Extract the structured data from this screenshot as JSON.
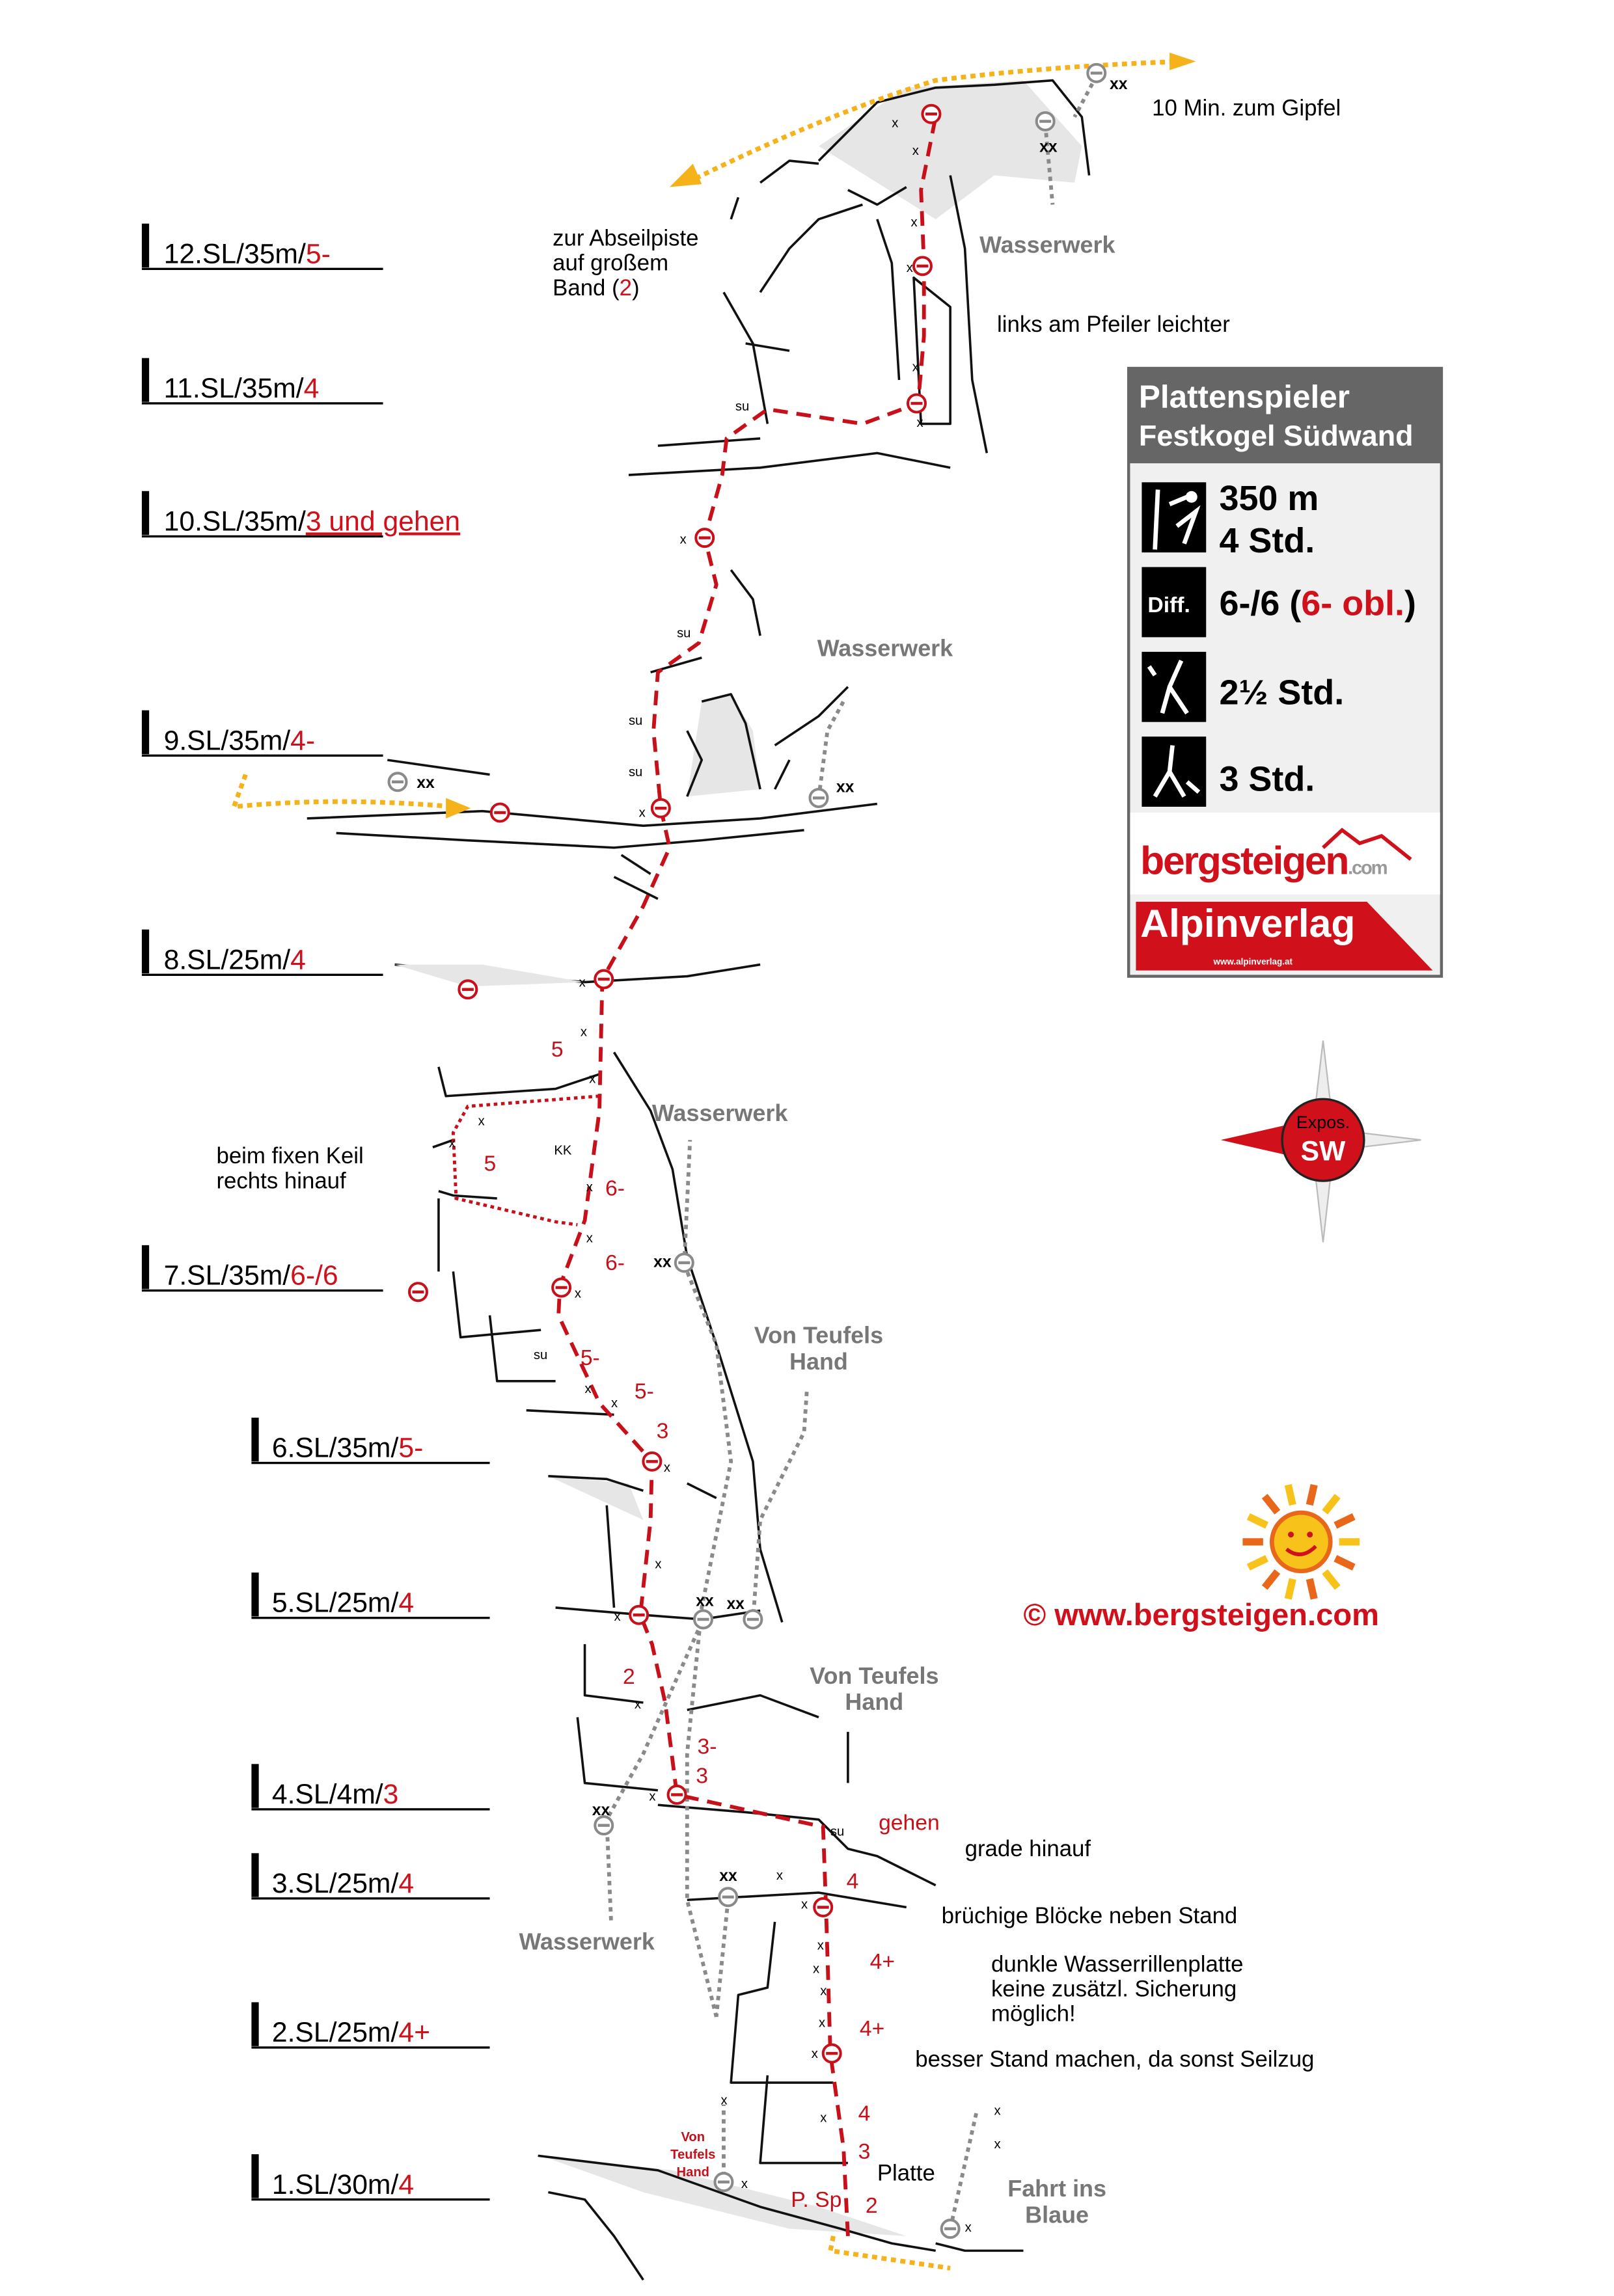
{
  "pitches": [
    {
      "label": "12.SL/35m/",
      "grade": "5-"
    },
    {
      "label": "11.SL/35m/",
      "grade": "4"
    },
    {
      "label": "10.SL/35m/",
      "grade": "3 und gehen"
    },
    {
      "label": "9.SL/35m/",
      "grade": "4-"
    },
    {
      "label": "8.SL/25m/",
      "grade": "4"
    },
    {
      "label": "7.SL/35m/",
      "grade": "6-/6"
    },
    {
      "label": "6.SL/35m/",
      "grade": "5-"
    },
    {
      "label": "5.SL/25m/",
      "grade": "4"
    },
    {
      "label": "4.SL/4m/",
      "grade": "3"
    },
    {
      "label": "3.SL/25m/",
      "grade": "4"
    },
    {
      "label": "2.SL/25m/",
      "grade": "4+"
    },
    {
      "label": "1.SL/30m/",
      "grade": "4"
    }
  ],
  "notes": {
    "summit": "10 Min. zum Gipfel",
    "abseil": [
      "zur Abseilpiste",
      "auf großem",
      "Band ("
    ],
    "abseil_num": "2",
    "abseil_close": ")",
    "pillar": "links am Pfeiler leichter",
    "keil": [
      "beim fixen Keil",
      "rechts hinauf"
    ],
    "grade": "grade hinauf",
    "blocks": "brüchige Blöcke neben Stand",
    "rillen": [
      "dunkle Wasserrillenplatte",
      "keine zusätzl. Sicherung",
      "möglich!"
    ],
    "stand": "besser Stand machen, da sonst Seilzug",
    "platte": "Platte"
  },
  "neighbor_routes": {
    "wasserwerk": "Wasserwerk",
    "teufels": [
      "Von Teufels",
      "Hand"
    ],
    "fahrt": [
      "Fahrt ins",
      "Blaue"
    ]
  },
  "red_notes": {
    "gehen": "gehen",
    "psp": "P. Sp",
    "teufels_small": [
      "Von",
      "Teufels",
      "Hand"
    ]
  },
  "route_grades": [
    "5",
    "5",
    "6-",
    "6-",
    "5-",
    "5-",
    "3",
    "2",
    "3-",
    "3",
    "4",
    "4+",
    "4+",
    "4",
    "3",
    "2"
  ],
  "small_marks": {
    "su": "su",
    "kk": "KK",
    "xx": "xx",
    "x": "x"
  },
  "info": {
    "title_1": "Plattenspieler",
    "title_2": "Festkogel Südwand",
    "height": "350 m",
    "time": "4 Std.",
    "diff_icon": "Diff.",
    "diff": "6-/6 (",
    "diff_obl": "6- obl.",
    "diff_close": ")",
    "approach": "2½ Std.",
    "descent": "3 Std.",
    "logo_1": "bergsteigen",
    "logo_1_tld": ".com",
    "logo_2": "Alpinverlag",
    "logo_2_url": "www.alpinverlag.at"
  },
  "compass": {
    "label": "Expos.",
    "dir": "SW"
  },
  "copyright": "©  www.bergsteigen.com",
  "colors": {
    "route": "#c8101a",
    "neighbor": "#8a8a8a",
    "descent": "#f5b21a",
    "box_header": "#666666"
  }
}
